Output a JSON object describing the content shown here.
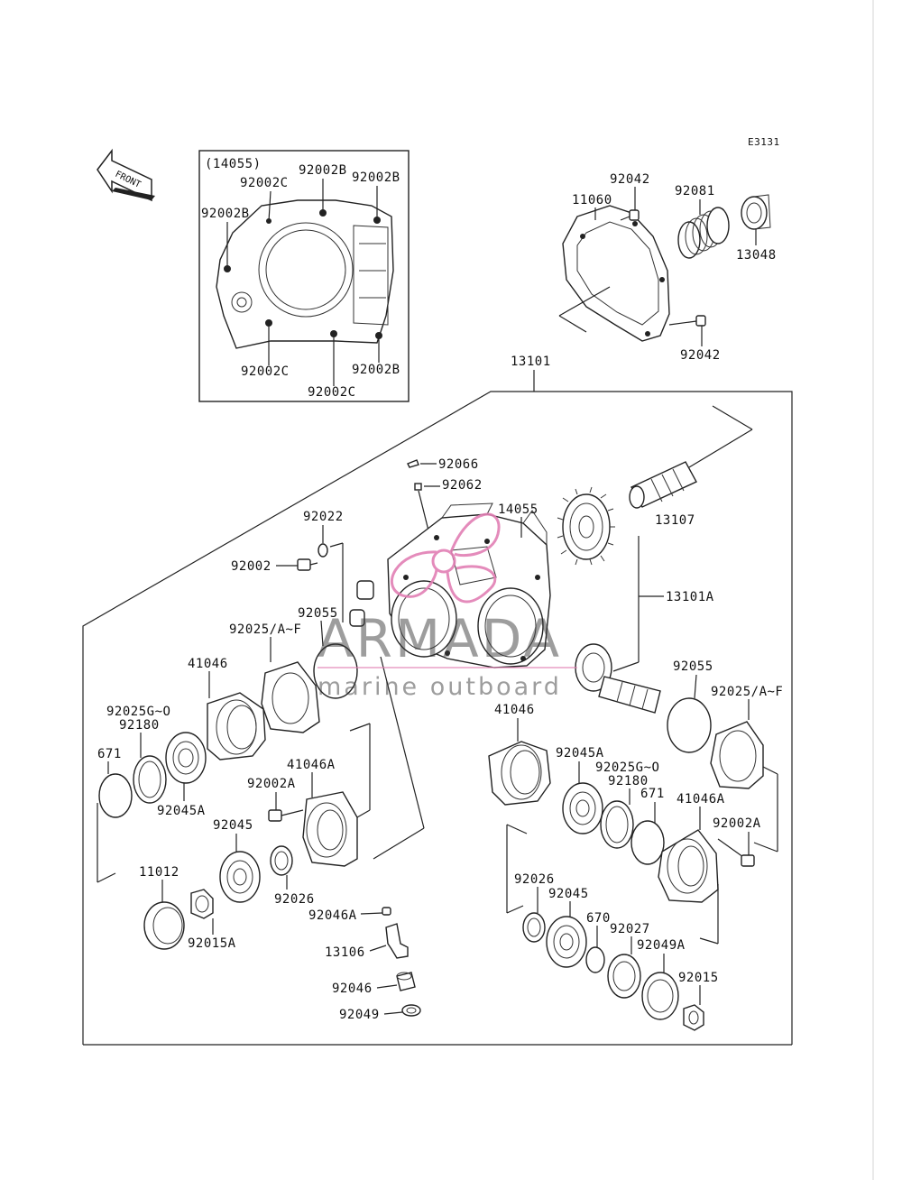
{
  "diagram_code": "E3131",
  "front_label": "FRONT",
  "inset": {
    "title": "(14055)",
    "labels": {
      "c_top": "92002C",
      "b_top_mid": "92002B",
      "b_top_right": "92002B",
      "b_left": "92002B",
      "c_bottom_left": "92002C",
      "c_bottom_mid": "92002C",
      "b_bottom_right": "92002B"
    }
  },
  "parts": {
    "p11060": "11060",
    "p92042_top": "92042",
    "p92081": "92081",
    "p13048": "13048",
    "p92042_bottom": "92042",
    "p13101": "13101",
    "p92066": "92066",
    "p92062": "92062",
    "p92022": "92022",
    "p14055": "14055",
    "p13107": "13107",
    "p92002": "92002",
    "p13101A": "13101A",
    "p92055_left": "92055",
    "p92025_left": "92025/A~F",
    "p41046_left": "41046",
    "p92055_right": "92055",
    "p92025_right": "92025/A~F",
    "p92025G_left": "92025G~O",
    "p92180_left": "92180",
    "p41046_right": "41046",
    "p671_left": "671",
    "p92045A_right": "92045A",
    "p41046A_left": "41046A",
    "p92025G_right": "92025G~O",
    "p92180_right": "92180",
    "p92045A_left": "92045A",
    "p92002A_left": "92002A",
    "p671_right": "671",
    "p41046A_right": "41046A",
    "p92045_left": "92045",
    "p92002A_right": "92002A",
    "p11012": "11012",
    "p92026_left": "92026",
    "p92026_right": "92026",
    "p92045_right": "92045",
    "p92046A": "92046A",
    "p670": "670",
    "p92027": "92027",
    "p92015A": "92015A",
    "p13106": "13106",
    "p92049A": "92049A",
    "p92015": "92015",
    "p92046": "92046",
    "p92049": "92049"
  },
  "watermark": {
    "title": "ARMADA",
    "subtitle": "marine outboard",
    "logo_color": "#e27fb4"
  }
}
